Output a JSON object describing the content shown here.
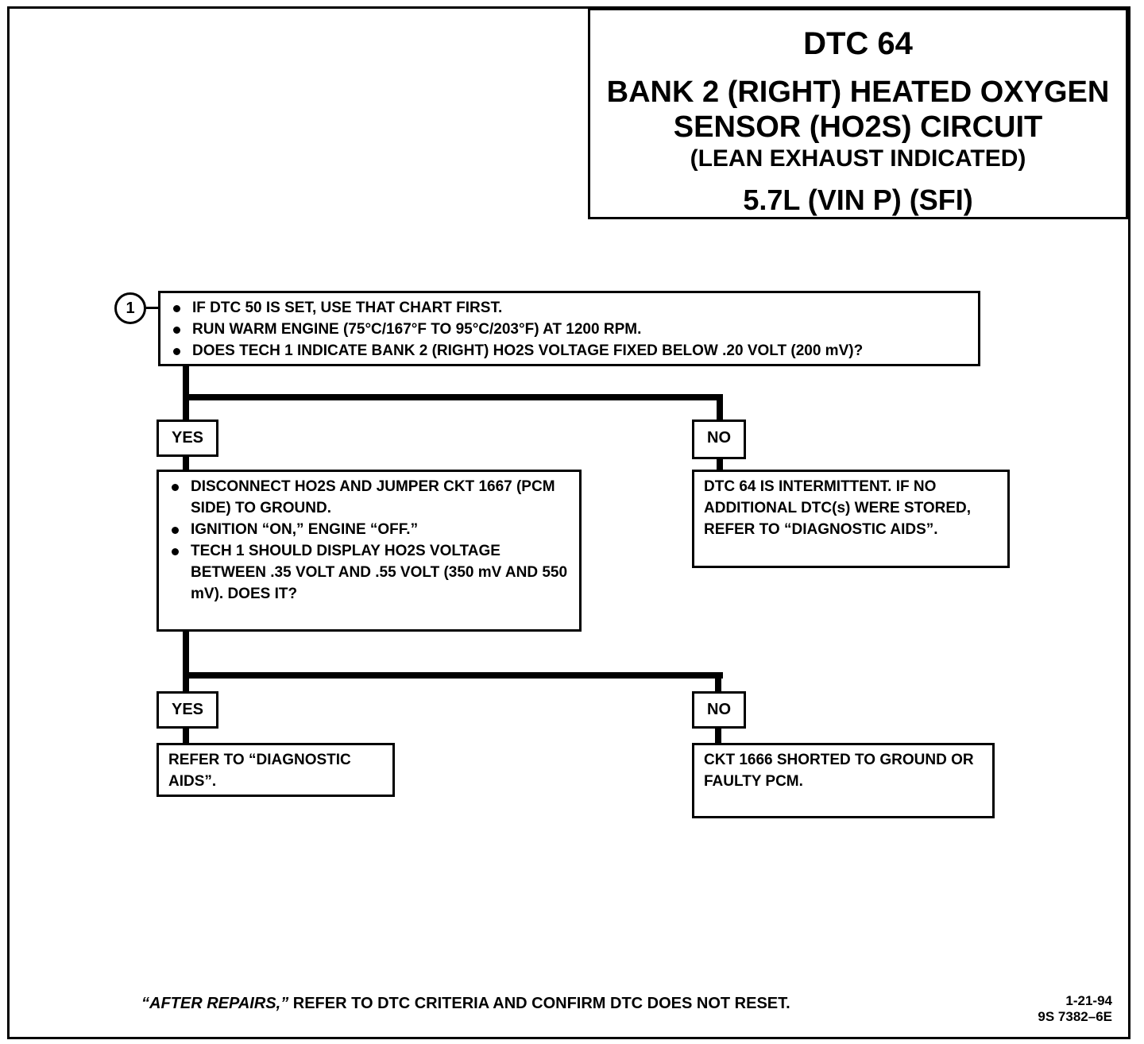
{
  "title": {
    "code": "DTC 64",
    "line1": "BANK 2 (RIGHT) HEATED OXYGEN",
    "line2": "SENSOR (HO2S) CIRCUIT",
    "line3": "(LEAN EXHAUST INDICATED)",
    "line4": "5.7L  (VIN P) (SFI)"
  },
  "step1": {
    "number": "1",
    "bullets": [
      "IF DTC 50 IS SET, USE THAT CHART FIRST.",
      "RUN WARM ENGINE (75°C/167°F TO 95°C/203°F) AT 1200 RPM.",
      "DOES TECH 1 INDICATE BANK 2 (RIGHT) HO2S VOLTAGE FIXED BELOW .20 VOLT (200 mV)?"
    ]
  },
  "branch1": {
    "yes_label": "YES",
    "no_label": "NO",
    "yes_bullets": [
      "DISCONNECT HO2S AND JUMPER CKT 1667 (PCM SIDE) TO GROUND.",
      "IGNITION “ON,” ENGINE “OFF.”",
      "TECH 1 SHOULD DISPLAY HO2S VOLTAGE BETWEEN .35 VOLT AND .55 VOLT (350 mV AND 550 mV). DOES IT?"
    ],
    "no_text": "DTC 64 IS INTERMITTENT. IF NO ADDITIONAL DTC(s) WERE STORED, REFER TO  “DIAGNOSTIC AIDS”."
  },
  "branch2": {
    "yes_label": "YES",
    "no_label": "NO",
    "yes_text": "REFER TO “DIAGNOSTIC AIDS”.",
    "no_text": "CKT 1666 SHORTED TO GROUND OR FAULTY PCM."
  },
  "footer": {
    "italic": "“AFTER REPAIRS,”",
    "text": " REFER TO DTC CRITERIA   AND CONFIRM DTC DOES NOT RESET."
  },
  "code": {
    "date": "1-21-94",
    "ref": "9S 7382–6E"
  }
}
